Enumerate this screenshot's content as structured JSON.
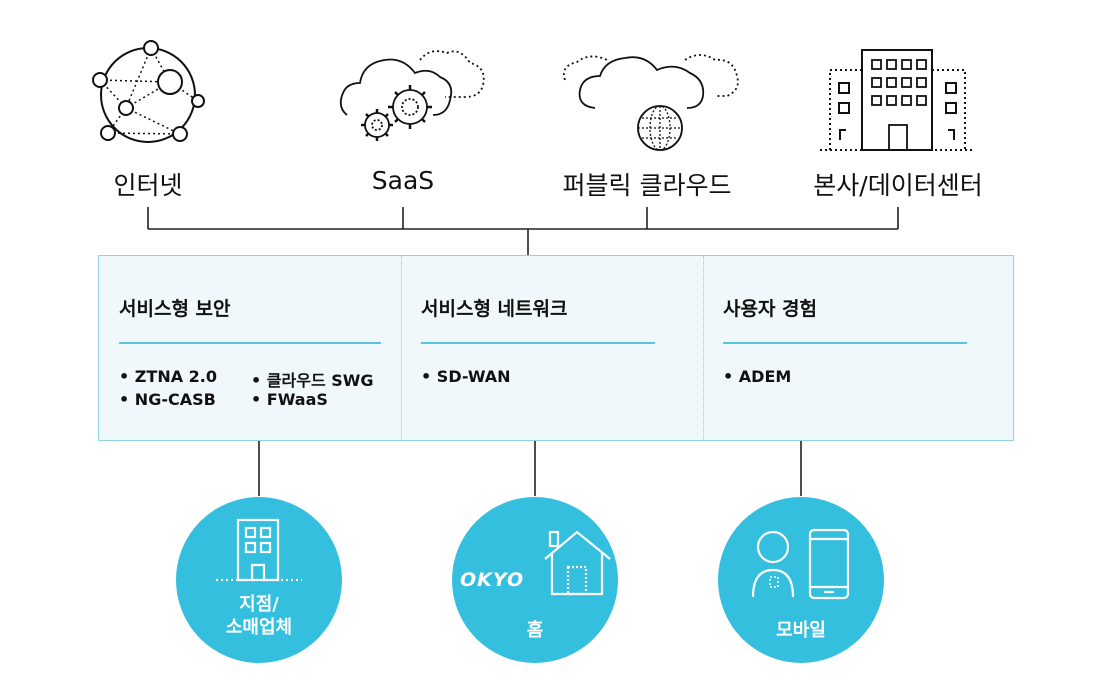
{
  "top_nodes": [
    {
      "label": "인터넷",
      "icon": "network-globe-icon"
    },
    {
      "label": "SaaS",
      "icon": "cloud-gears-icon"
    },
    {
      "label": "퍼블릭 클라우드",
      "icon": "cloud-globe-icon"
    },
    {
      "label": "본사/데이터센터",
      "icon": "office-building-icon"
    }
  ],
  "sections": [
    {
      "title": "서비스형 보안",
      "items": [
        "• ZTNA 2.0",
        "• 클라우드 SWG",
        "• NG-CASB",
        "• FWaaS"
      ]
    },
    {
      "title": "서비스형 네트워크",
      "items": [
        "• SD-WAN"
      ]
    },
    {
      "title": "사용자 경험",
      "items": [
        "• ADEM"
      ]
    }
  ],
  "bottom_nodes": [
    {
      "label_line1": "지점/",
      "label_line2": "소매업체",
      "icon": "branch-building-icon"
    },
    {
      "label_line1": "홈",
      "brand": "OKYO",
      "icon": "house-icon"
    },
    {
      "label_line1": "모바일",
      "icon": "mobile-user-icon"
    }
  ],
  "colors": {
    "accent": "#35bfde",
    "panel_bg": "#f1f8fb",
    "panel_border": "#8fd3e3",
    "rule": "#58c4dd"
  }
}
